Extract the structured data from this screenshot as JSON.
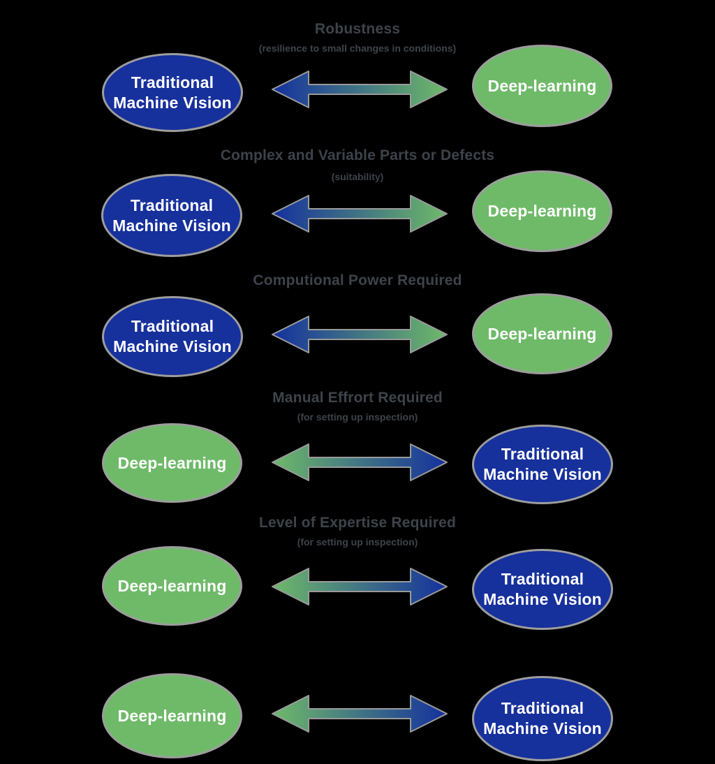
{
  "page": {
    "background_color": "#000000",
    "description_title_color": "#3e434a"
  },
  "colors": {
    "traditional_machine_vision_blue": "#16309c",
    "deep_learning_green": "#6fba69",
    "ellipse_border_gray": "#9d9d9d",
    "arrow_outline_gray": "#9a9a9a",
    "label_text": "#ffffff"
  },
  "rows": [
    {
      "title": "Robustness",
      "subtitle": "(resilience to small changes in conditions)",
      "left_label": "Traditional\nMachine Vision",
      "right_label": "Deep-learning",
      "left_color": "#16309c",
      "right_color": "#6fba69",
      "arrow_gradient": "blue-to-green"
    },
    {
      "title": "Complex and Variable Parts or Defects",
      "subtitle": "(suitability)",
      "left_label": "Traditional\nMachine Vision",
      "right_label": "Deep-learning",
      "left_color": "#16309c",
      "right_color": "#6fba69",
      "arrow_gradient": "blue-to-green"
    },
    {
      "title": "Computional Power Required",
      "subtitle": "",
      "left_label": "Traditional\nMachine Vision",
      "right_label": "Deep-learning",
      "left_color": "#16309c",
      "right_color": "#6fba69",
      "arrow_gradient": "blue-to-green"
    },
    {
      "title": "Manual Effrort Required",
      "subtitle": "(for setting up inspection)",
      "left_label": "Deep-learning",
      "right_label": "Traditional\nMachine Vision",
      "left_color": "#6fba69",
      "right_color": "#16309c",
      "arrow_gradient": "green-to-blue"
    },
    {
      "title": "Level of Expertise Required",
      "subtitle": "(for setting up inspection)",
      "left_label": "Deep-learning",
      "right_label": "Traditional\nMachine Vision",
      "left_color": "#6fba69",
      "right_color": "#16309c",
      "arrow_gradient": "green-to-blue"
    },
    {
      "title": "",
      "subtitle": "",
      "left_label": "Deep-learning",
      "right_label": "Traditional\nMachine Vision",
      "left_color": "#6fba69",
      "right_color": "#16309c",
      "arrow_gradient": "green-to-blue"
    }
  ]
}
